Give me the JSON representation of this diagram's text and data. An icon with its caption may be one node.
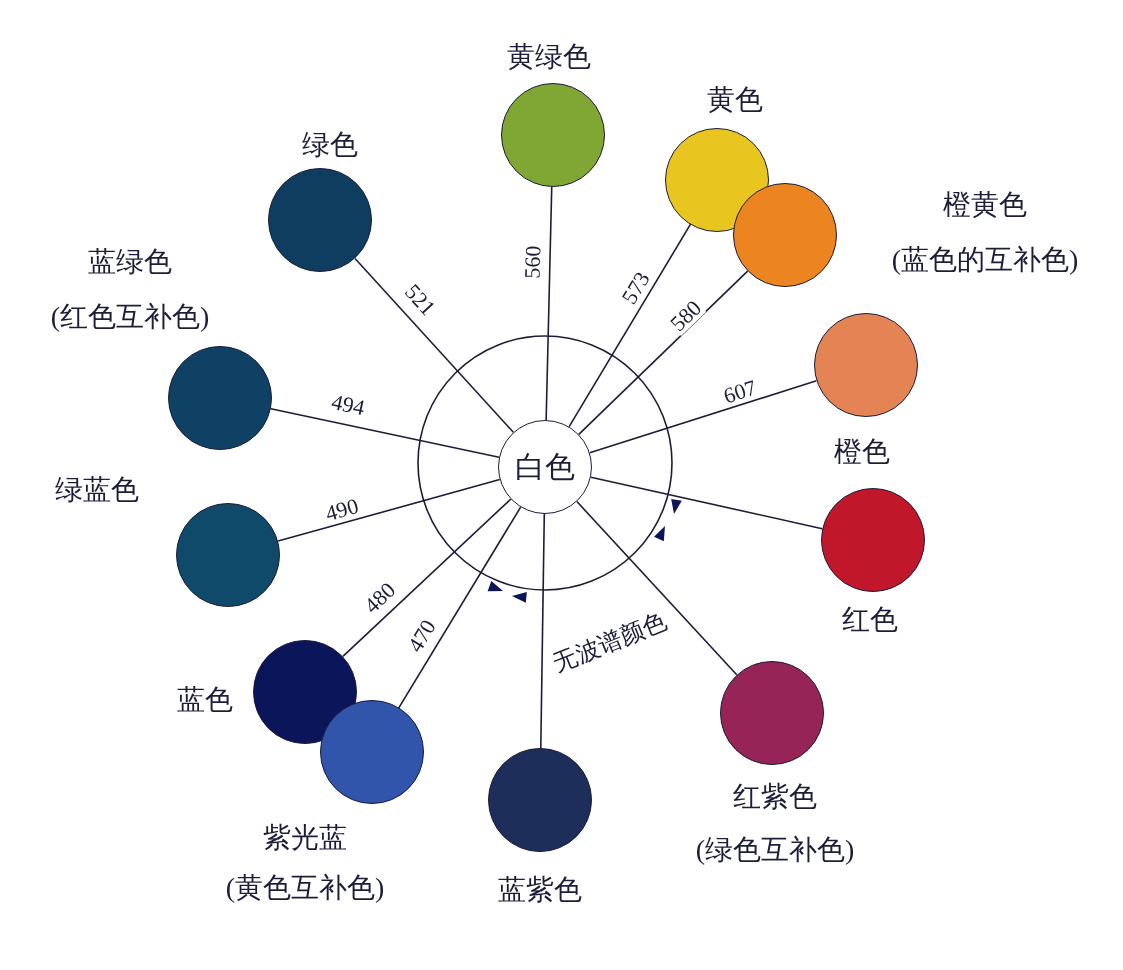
{
  "diagram": {
    "nodes": [
      {
        "text": [
          "黄绿色"
        ]
      },
      {
        "text": [
          "黄色"
        ]
      },
      {
        "text": [
          "绿色"
        ]
      },
      {
        "text": [
          "橙黄色",
          "(蓝色的互补色)"
        ]
      },
      {
        "text": [
          "蓝绿色",
          "(红色互补色)"
        ]
      },
      {
        "text": [
          "橙色"
        ]
      },
      {
        "text": [
          "白色"
        ]
      },
      {
        "text": [
          "绿蓝色"
        ]
      },
      {
        "text": [
          "红色"
        ]
      },
      {
        "text": [
          "蓝色"
        ]
      },
      {
        "text": [
          "紫光蓝",
          "(黄色互补色)"
        ]
      },
      {
        "text": [
          "蓝紫色"
        ]
      },
      {
        "text": [
          "红紫色",
          "(绿色互补色)"
        ]
      }
    ],
    "edges": [
      {
        "from": 6,
        "to": 0,
        "arrow": "none",
        "label": "560"
      },
      {
        "from": 6,
        "to": 1,
        "arrow": "none",
        "label": "573"
      },
      {
        "from": 6,
        "to": 2,
        "arrow": "none",
        "label": "521"
      },
      {
        "from": 6,
        "to": 3,
        "arrow": "none",
        "label": "580"
      },
      {
        "from": 6,
        "to": 4,
        "arrow": "none",
        "label": "494"
      },
      {
        "from": 6,
        "to": 5,
        "arrow": "none",
        "label": "607"
      },
      {
        "from": 6,
        "to": 7,
        "arrow": "none",
        "label": "490"
      },
      {
        "from": 6,
        "to": 8,
        "arrow": "none"
      },
      {
        "from": 6,
        "to": 9,
        "arrow": "none",
        "label": "480"
      },
      {
        "from": 6,
        "to": 10,
        "arrow": "none",
        "label": "470"
      },
      {
        "from": 6,
        "to": 11,
        "arrow": "none"
      },
      {
        "from": 6,
        "to": 12,
        "arrow": "none"
      }
    ],
    "labels": [
      "无波谱颜色"
    ]
  }
}
